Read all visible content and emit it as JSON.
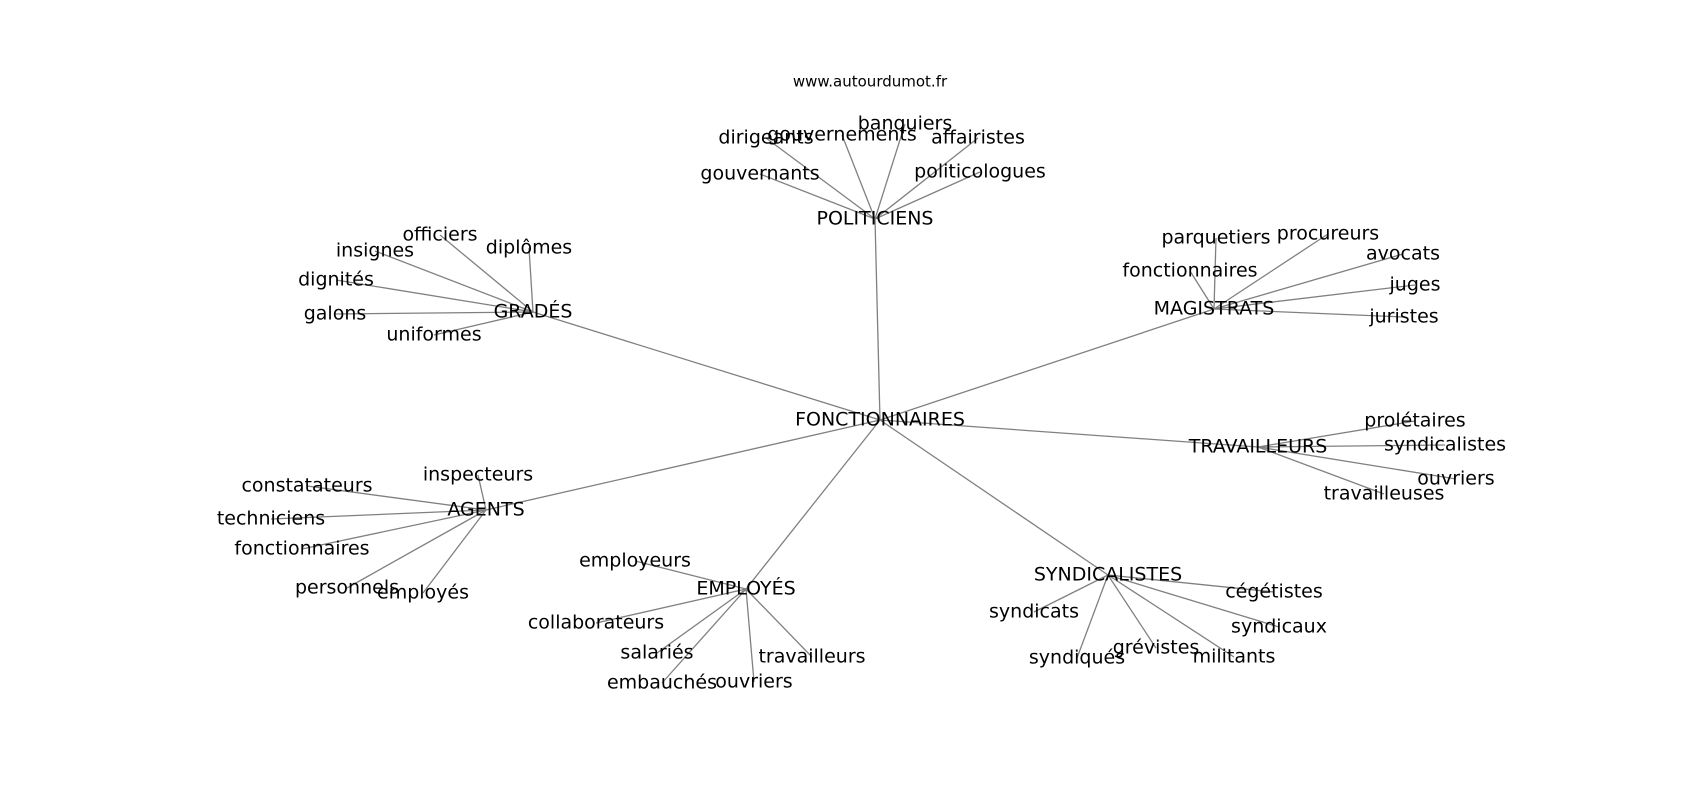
{
  "site": "www.autourdumot.fr",
  "graph": {
    "center": "FONCTIONNAIRES",
    "clusters": [
      {
        "hub": "POLITICIENS",
        "leaves": [
          "banquiers",
          "gouvernements",
          "dirigeants",
          "affairistes",
          "gouvernants",
          "politicologues"
        ]
      },
      {
        "hub": "GRADÉS",
        "leaves": [
          "officiers",
          "insignes",
          "diplômes",
          "dignités",
          "galons",
          "uniformes"
        ]
      },
      {
        "hub": "MAGISTRATS",
        "leaves": [
          "parquetiers",
          "procureurs",
          "avocats",
          "fonctionnaires",
          "juges",
          "juristes"
        ]
      },
      {
        "hub": "TRAVAILLEURS",
        "leaves": [
          "prolétaires",
          "syndicalistes",
          "ouvriers",
          "travailleuses"
        ]
      },
      {
        "hub": "AGENTS",
        "leaves": [
          "inspecteurs",
          "constatateurs",
          "techniciens",
          "fonctionnaires",
          "personnels",
          "employés"
        ]
      },
      {
        "hub": "EMPLOYÉS",
        "leaves": [
          "employeurs",
          "collaborateurs",
          "salariés",
          "embauchés",
          "ouvriers",
          "travailleurs"
        ]
      },
      {
        "hub": "SYNDICALISTES",
        "leaves": [
          "cégétistes",
          "syndicats",
          "syndicaux",
          "grévistes",
          "militants",
          "syndiqués"
        ]
      }
    ]
  }
}
